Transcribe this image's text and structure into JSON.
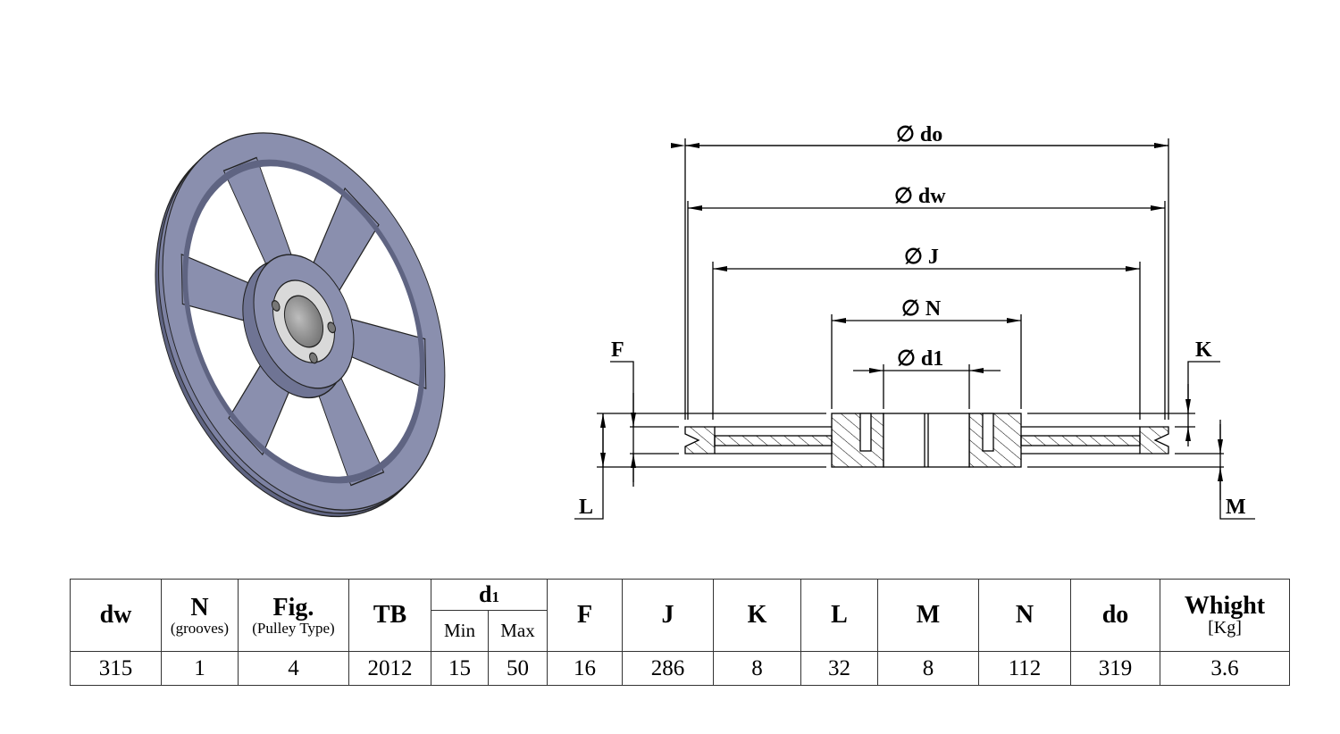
{
  "drawing": {
    "dimensions": {
      "do": "∅ do",
      "dw": "∅ dw",
      "J": "∅ J",
      "N": "∅ N",
      "d1": "∅ d1",
      "F": "F",
      "K": "K",
      "L": "L",
      "M": "M"
    },
    "colors": {
      "pulley_body": "#8a8fae",
      "pulley_dark": "#5f6482",
      "bushing": "#d9d9d9",
      "bore": "#8c8c8c"
    }
  },
  "table": {
    "headers": {
      "dw": "dw",
      "N": "N",
      "N_sub": "(grooves)",
      "fig": "Fig.",
      "fig_sub": "(Pulley Type)",
      "TB": "TB",
      "d1": "d",
      "d1_sub": "1",
      "d1_min": "Min",
      "d1_max": "Max",
      "F": "F",
      "J": "J",
      "K": "K",
      "L": "L",
      "M": "M",
      "N2": "N",
      "do": "do",
      "weight": "Whight",
      "weight_sub": "[Kg]"
    },
    "row": {
      "dw": "315",
      "N": "1",
      "fig": "4",
      "TB": "2012",
      "d1_min": "15",
      "d1_max": "50",
      "F": "16",
      "J": "286",
      "K": "8",
      "L": "32",
      "M": "8",
      "N2": "112",
      "do": "319",
      "weight": "3.6"
    }
  }
}
